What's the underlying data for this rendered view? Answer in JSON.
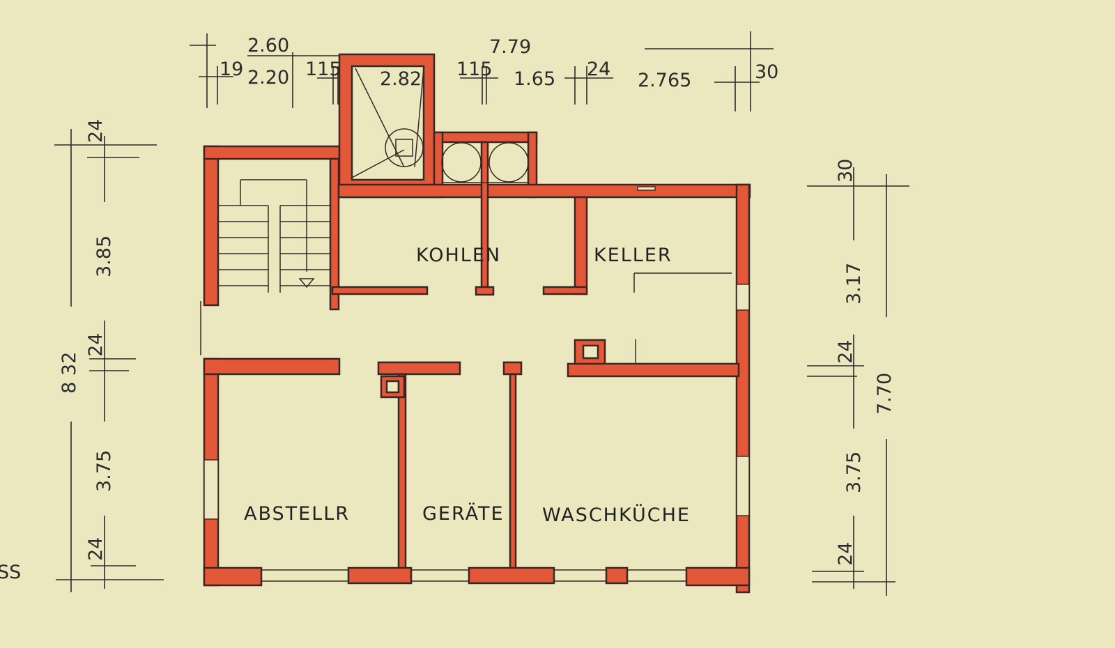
{
  "rooms": {
    "kohlen": "KOHLEN",
    "keller": "KELLER",
    "abstellr": "ABSTELLR",
    "geraete": "GERÄTE",
    "waschkueche": "WASCHKÜCHE"
  },
  "edge_text": "SS",
  "top_dims": {
    "a": "2.60",
    "b": "7.79",
    "c": "19",
    "d": "2.20",
    "e": "115",
    "f": "2.825",
    "g": "115",
    "h": "1.65",
    "i": "24",
    "j": "2.765",
    "k": "30"
  },
  "left_dims": {
    "a": "24",
    "b": "3.85",
    "c": "24",
    "d": "8 32",
    "e": "3.75",
    "f": "24"
  },
  "right_dims": {
    "a": "30",
    "b": "3.17",
    "c": "24",
    "d": "7.70",
    "e": "3.75",
    "f": "24"
  },
  "colors": {
    "wall": "#e4583a",
    "outline": "#3a2622",
    "paper": "#ebe8c0"
  }
}
